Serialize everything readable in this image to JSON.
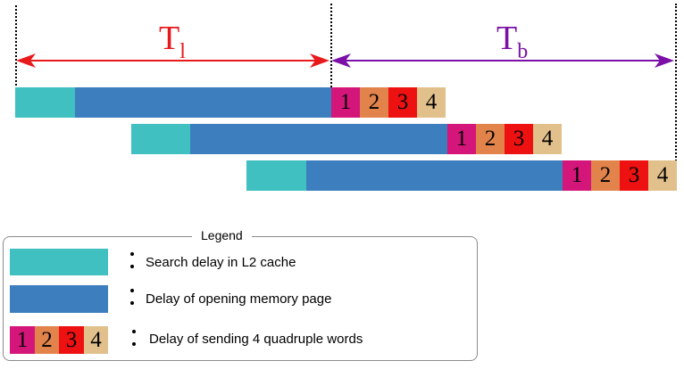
{
  "timing": {
    "t_latency": {
      "main": "T",
      "sub": "l",
      "color": "#e8191c"
    },
    "t_burst": {
      "main": "T",
      "sub": "b",
      "color": "#7b0fa7"
    }
  },
  "words": [
    "1",
    "2",
    "3",
    "4"
  ],
  "colors": {
    "search": "#40c0c0",
    "memory_page": "#3d7ebf",
    "word1": "#d4157a",
    "word2": "#e1834a",
    "word3": "#ee1111",
    "word4": "#e2c08c",
    "legend_border": "#8c8c8c"
  },
  "legend": {
    "title": "Legend",
    "items": [
      {
        "kind": "search",
        "label": "Search delay in L2 cache"
      },
      {
        "kind": "memory_page",
        "label": "Delay of opening memory page"
      },
      {
        "kind": "words",
        "label": "Delay of sending 4 quadruple words"
      }
    ]
  }
}
